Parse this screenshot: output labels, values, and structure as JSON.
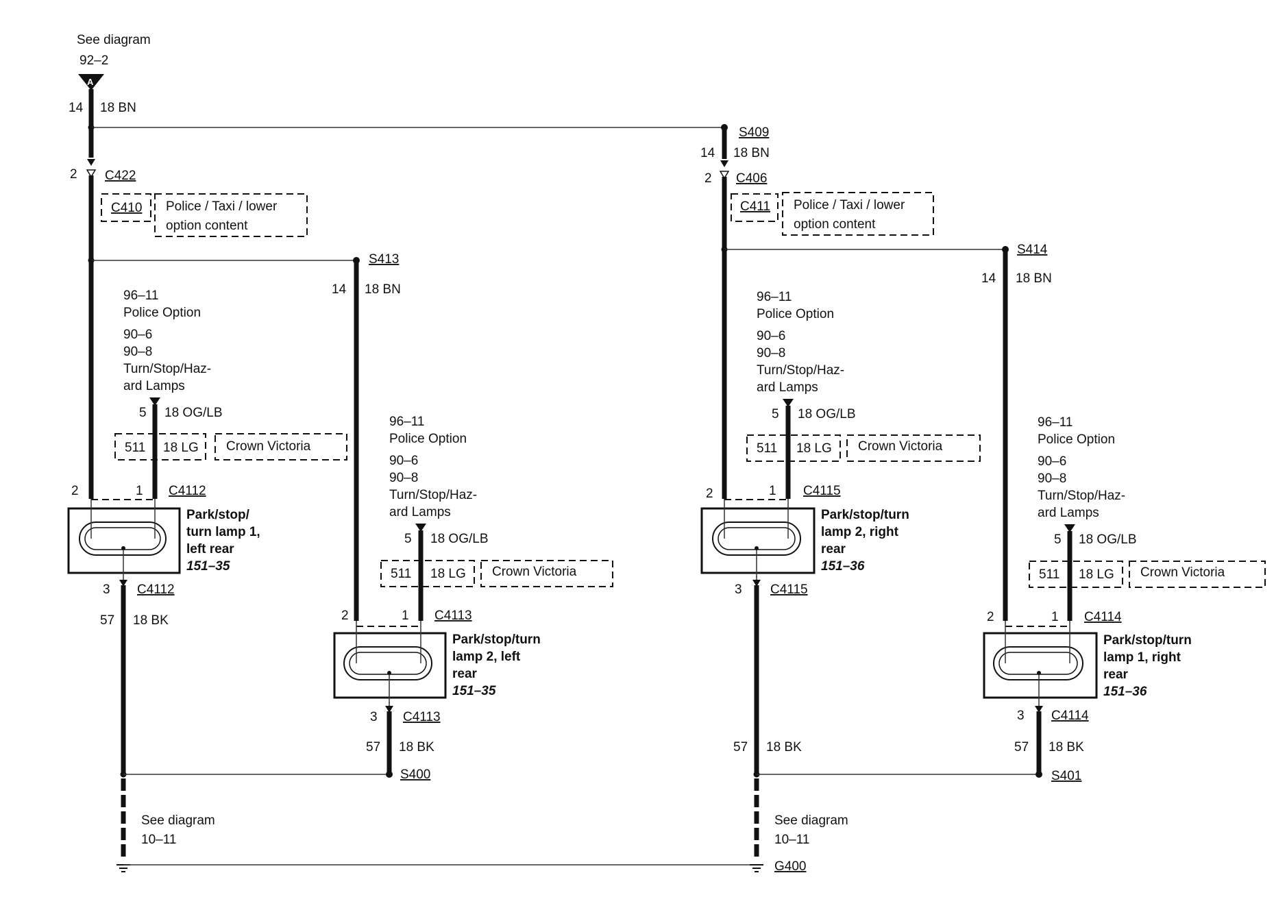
{
  "source_ref": {
    "see_label": "See diagram",
    "page": "92–2",
    "connector_letter": "A"
  },
  "ground_ref_left": {
    "see_label": "See diagram",
    "page": "10–11"
  },
  "ground_ref_right": {
    "see_label": "See diagram",
    "page": "10–11"
  },
  "ground_label": "G400",
  "trunk": {
    "circuit": "14",
    "wire": "18 BN"
  },
  "splices": {
    "s409": "S409",
    "s413": "S413",
    "s414": "S414",
    "s400": "S400",
    "s401": "S401"
  },
  "left_branch": {
    "pin": "2",
    "connector": "C422",
    "alt_connector": "C410",
    "option_text_1": "Police / Taxi / lower",
    "option_text_2": "option content"
  },
  "right_branch": {
    "circuit": "14",
    "wire": "18 BN",
    "pin": "2",
    "connector": "C406",
    "alt_connector": "C411",
    "option_text_1": "Police / Taxi / lower",
    "option_text_2": "option content"
  },
  "s413_feed": {
    "circuit": "14",
    "wire": "18 BN"
  },
  "s414_feed": {
    "circuit": "14",
    "wire": "18 BN"
  },
  "lamps": [
    {
      "name_1": "Park/stop/",
      "name_2": "turn lamp 1,",
      "name_3": "left rear",
      "ref": "151–35",
      "top_connector": "C4112",
      "bottom_connector": "C4112",
      "pin_feed": "2",
      "pin_signal": "1",
      "pin_ground": "3",
      "signal_circuit": "5",
      "signal_wire": "18 OG/LB",
      "alt_circuit": "511",
      "alt_wire": "18 LG",
      "alt_note": "Crown Victoria",
      "ref_1": "96–11",
      "ref_1_text": "Police Option",
      "ref_2": "90–6",
      "ref_3": "90–8",
      "ref_3_text_1": "Turn/Stop/Haz-",
      "ref_3_text_2": "ard Lamps",
      "ground_circuit": "57",
      "ground_wire": "18 BK"
    },
    {
      "name_1": "Park/stop/turn",
      "name_2": "lamp 2, left",
      "name_3": "rear",
      "ref": "151–35",
      "top_connector": "C4113",
      "bottom_connector": "C4113",
      "pin_feed": "2",
      "pin_signal": "1",
      "pin_ground": "3",
      "signal_circuit": "5",
      "signal_wire": "18 OG/LB",
      "alt_circuit": "511",
      "alt_wire": "18 LG",
      "alt_note": "Crown Victoria",
      "ref_1": "96–11",
      "ref_1_text": "Police Option",
      "ref_2": "90–6",
      "ref_3": "90–8",
      "ref_3_text_1": "Turn/Stop/Haz-",
      "ref_3_text_2": "ard Lamps",
      "ground_circuit": "57",
      "ground_wire": "18 BK"
    },
    {
      "name_1": "Park/stop/turn",
      "name_2": "lamp 2, right",
      "name_3": "rear",
      "ref": "151–36",
      "top_connector": "C4115",
      "bottom_connector": "C4115",
      "pin_feed": "2",
      "pin_signal": "1",
      "pin_ground": "3",
      "signal_circuit": "5",
      "signal_wire": "18 OG/LB",
      "alt_circuit": "511",
      "alt_wire": "18 LG",
      "alt_note": "Crown Victoria",
      "ref_1": "96–11",
      "ref_1_text": "Police Option",
      "ref_2": "90–6",
      "ref_3": "90–8",
      "ref_3_text_1": "Turn/Stop/Haz-",
      "ref_3_text_2": "ard Lamps",
      "ground_circuit": "57",
      "ground_wire": "18 BK"
    },
    {
      "name_1": "Park/stop/turn",
      "name_2": "lamp 1, right",
      "name_3": "rear",
      "ref": "151–36",
      "top_connector": "C4114",
      "bottom_connector": "C4114",
      "pin_feed": "2",
      "pin_signal": "1",
      "pin_ground": "3",
      "signal_circuit": "5",
      "signal_wire": "18 OG/LB",
      "alt_circuit": "511",
      "alt_wire": "18 LG",
      "alt_note": "Crown Victoria",
      "ref_1": "96–11",
      "ref_1_text": "Police Option",
      "ref_2": "90–6",
      "ref_3": "90–8",
      "ref_3_text_1": "Turn/Stop/Haz-",
      "ref_3_text_2": "ard Lamps",
      "ground_circuit": "57",
      "ground_wire": "18 BK"
    }
  ]
}
